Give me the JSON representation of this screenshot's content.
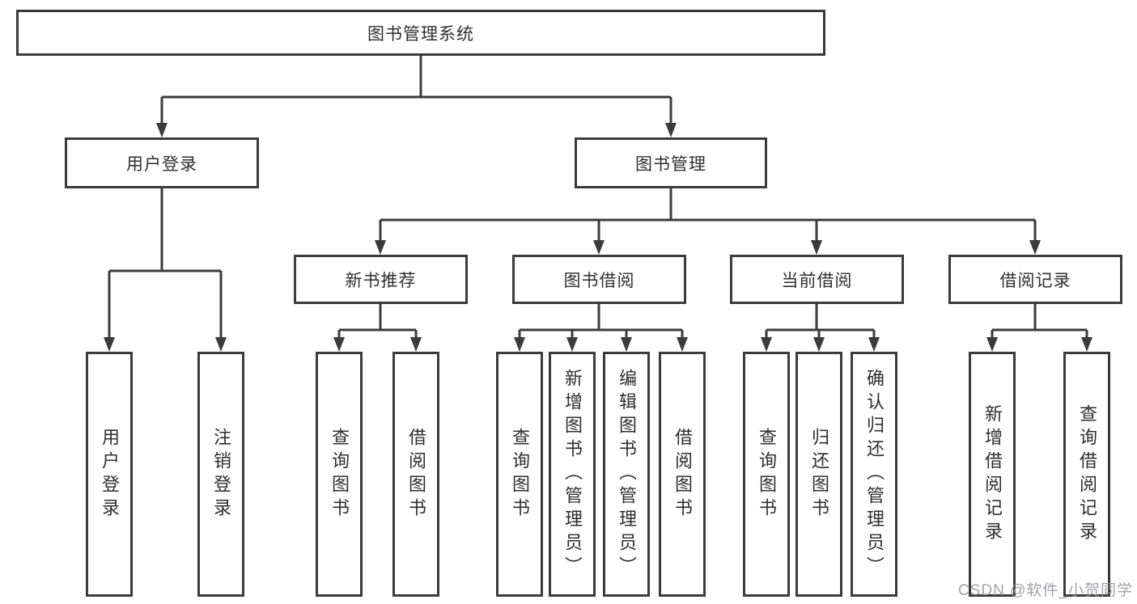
{
  "watermark": "CSDN @软件_小贺同学",
  "colors": {
    "line": "#3b3b3d",
    "border": "#3b3b3d",
    "text": "#2e2e30",
    "watermark": "#98989e",
    "background": "#ffffff"
  },
  "tree": {
    "label": "图书管理系统",
    "children": [
      {
        "label": "用户登录",
        "children": [
          {
            "label": "用户登录"
          },
          {
            "label": "注销登录"
          }
        ]
      },
      {
        "label": "图书管理",
        "children": [
          {
            "label": "新书推荐",
            "children": [
              {
                "label": "查询图书"
              },
              {
                "label": "借阅图书"
              }
            ]
          },
          {
            "label": "图书借阅",
            "children": [
              {
                "label": "查询图书"
              },
              {
                "label": "新增图书（管理员）"
              },
              {
                "label": "编辑图书（管理员）"
              },
              {
                "label": "借阅图书"
              }
            ]
          },
          {
            "label": "当前借阅",
            "children": [
              {
                "label": "查询图书"
              },
              {
                "label": "归还图书"
              },
              {
                "label": "确认归还（管理员）"
              }
            ]
          },
          {
            "label": "借阅记录",
            "children": [
              {
                "label": "新增借阅记录"
              },
              {
                "label": "查询借阅记录"
              }
            ]
          }
        ]
      }
    ]
  }
}
